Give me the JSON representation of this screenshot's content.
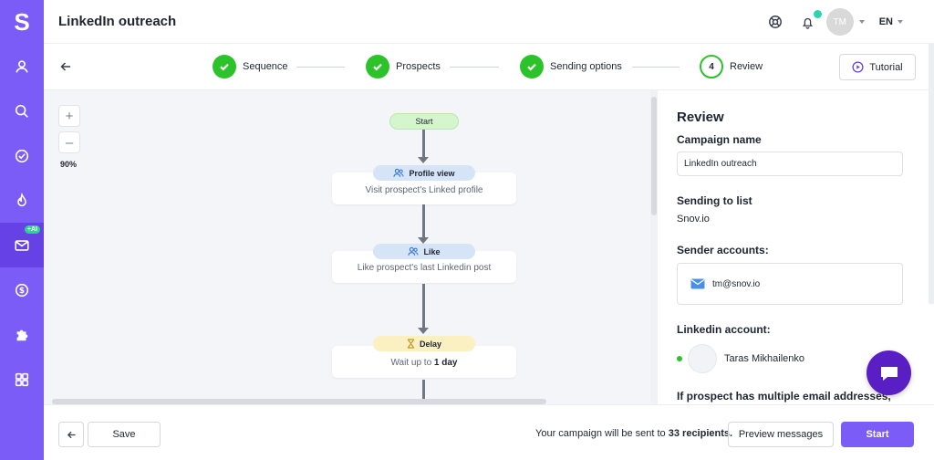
{
  "app": {
    "logo_letter": "S"
  },
  "sidebar": {
    "items": [
      {
        "icon": "user-icon"
      },
      {
        "icon": "search-icon"
      },
      {
        "icon": "check-circle-icon"
      },
      {
        "icon": "flame-icon"
      },
      {
        "icon": "mail-icon",
        "badge": "+AI",
        "active": true
      },
      {
        "icon": "dollar-icon"
      },
      {
        "icon": "puzzle-icon"
      },
      {
        "icon": "grid-icon"
      }
    ]
  },
  "header": {
    "title": "LinkedIn outreach",
    "avatar_initials": "TM",
    "language": "EN"
  },
  "stepper": {
    "steps": [
      {
        "label": "Sequence",
        "state": "done"
      },
      {
        "label": "Prospects",
        "state": "done"
      },
      {
        "label": "Sending options",
        "state": "done"
      },
      {
        "number": "4",
        "label": "Review",
        "state": "current"
      }
    ],
    "tutorial_label": "Tutorial"
  },
  "canvas": {
    "zoom_in": "+",
    "zoom_out": "–",
    "zoom_level": "90%",
    "start_label": "Start",
    "nodes": [
      {
        "pill": "Profile view",
        "text": "Visit prospect's Linked profile"
      },
      {
        "pill": "Like",
        "text": "Like prospect's last Linkedin post"
      },
      {
        "pill": "Delay",
        "text_prefix": "Wait up to",
        "text_bold": "1 day"
      }
    ]
  },
  "review": {
    "title": "Review",
    "campaign_name_label": "Campaign name",
    "campaign_name_value": "LinkedIn outreach",
    "sending_to_label": "Sending to list",
    "sending_to_value": "Snov.io",
    "sender_accounts_label": "Sender accounts:",
    "sender_email": "tm@snov.io",
    "linkedin_account_label": "Linkedin account:",
    "linkedin_account_name": "Taras Mikhailenko",
    "multiple_emails_text": "If prospect has multiple email addresses,"
  },
  "footer": {
    "save_label": "Save",
    "info_prefix": "Your campaign will be sent to",
    "info_count": "33 recipients.",
    "preview_label": "Preview messages",
    "start_label": "Start"
  },
  "colors": {
    "brand": "#7c5cf6",
    "brand_dark": "#6541e6",
    "success": "#2cc22a",
    "chat": "#5a1fc4"
  }
}
